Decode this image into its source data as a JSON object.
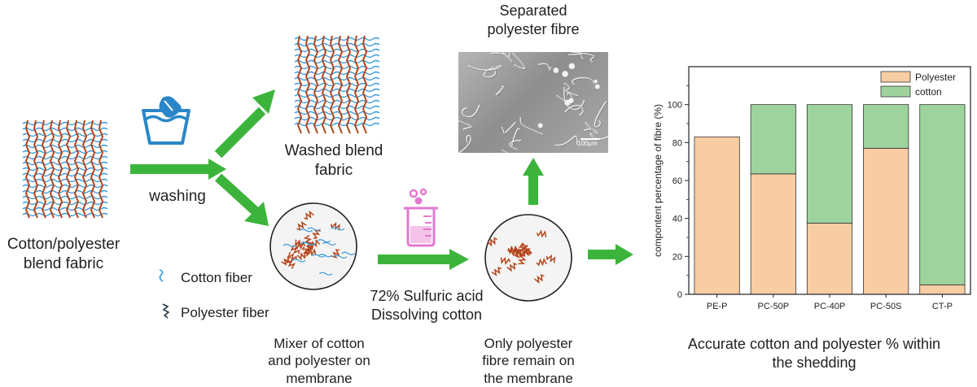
{
  "labels": {
    "blend_fabric": "Cotton/polyester\nblend fabric",
    "washing": "washing",
    "washed_fabric": "Washed blend\nfabric",
    "separated_fibre": "Separated\npolyester fibre",
    "scale_bar": "100μm",
    "cotton_fiber": "Cotton fiber",
    "polyester_fiber": "Polyester fiber",
    "mixer": "Mixer of cotton\nand polyester on\nmembrane",
    "acid": "72% Sulfuric acid\nDissolving cotton",
    "only_polyester": "Only polyester\nfibre remain on\nthe membrane",
    "chart_caption": "Accurate cotton and polyester % within\nthe shedding"
  },
  "colors": {
    "arrow": "#3cb43c",
    "polyester": "#f8cda4",
    "cotton": "#9ed39e",
    "cotton_fiber": "#3a9ad9",
    "polyester_fiber": "#b5451b",
    "icon_blue": "#2a86c8",
    "beaker_pink": "#e27ad0"
  },
  "icons": [
    "wash-basin-icon",
    "beaker-icon"
  ],
  "chart_data": {
    "type": "bar",
    "stacked": true,
    "categories": [
      "PE-P",
      "PC-50P",
      "PC-40P",
      "PC-50S",
      "CT-P"
    ],
    "series": [
      {
        "name": "Polyester",
        "values": [
          83,
          63.5,
          37.5,
          77,
          5
        ]
      },
      {
        "name": "cotton",
        "values": [
          0,
          36.5,
          62.5,
          23,
          95
        ]
      }
    ],
    "xlabel": "",
    "ylabel": "compontent percentage of fibre (%)",
    "ylim": [
      0,
      120
    ],
    "yticks": [
      0,
      20,
      40,
      60,
      80,
      100
    ],
    "legend_position": "top-right"
  }
}
